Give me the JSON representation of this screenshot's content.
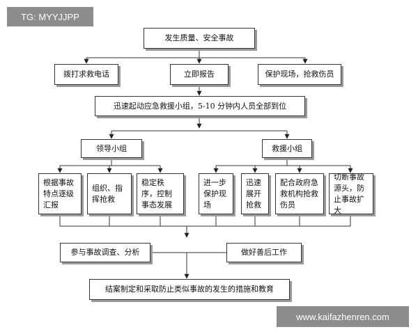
{
  "overlay": {
    "top_left": "TG: MYYJJPP",
    "bottom_right": "www.kaifazhenren.com",
    "color": "#8c8c8c"
  },
  "flowchart": {
    "start": "发生质量、安全事故",
    "actions": {
      "call": "拨打求救电话",
      "report": "立即报告",
      "protect": "保护现场，抢救伤员"
    },
    "mobilize": "迅速起动应急救援小组，5-10 分钟内人员全部到位",
    "leader_group": {
      "title": "领导小组",
      "tasks": [
        "根据事故特点逐级汇报",
        "组织、指挥抢救",
        "稳定秩序，控制事态发展"
      ]
    },
    "rescue_group": {
      "title": "救援小组",
      "tasks": [
        "进一步保护现场",
        "迅速展开抢救",
        "配合政府急救机构抢救伤员",
        "切断事故源头，防止事故扩大"
      ]
    },
    "investigate": "参与事故调查、分析",
    "aftermath": "做好善后工作",
    "conclude": "结案制定和采取防止类似事故的发生的措施和教育"
  }
}
